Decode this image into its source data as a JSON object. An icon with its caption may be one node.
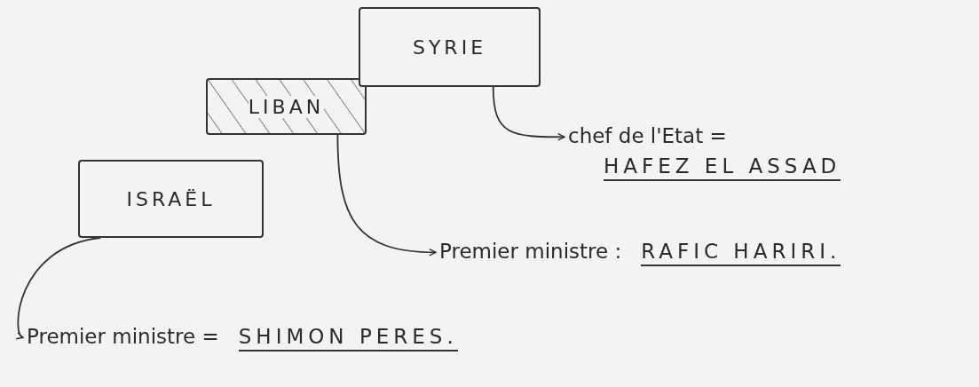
{
  "diagram": {
    "nodes": [
      {
        "text": [
          "SYRIE"
        ]
      },
      {
        "text": [
          "LIBAN"
        ]
      },
      {
        "text": [
          "ISRAËL"
        ]
      },
      {
        "text": [
          "chef de l'Etat =",
          "HAFEZ EL ASSAD"
        ]
      },
      {
        "text": [
          "Premier ministre :",
          "RAFIC HARIRI."
        ]
      },
      {
        "text": [
          "Premier ministre =",
          "SHIMON PERES."
        ]
      }
    ],
    "edges": [
      {
        "from": 0,
        "to": 3,
        "arrow": "to"
      },
      {
        "from": 1,
        "to": 4,
        "arrow": "to"
      },
      {
        "from": 2,
        "to": 5,
        "arrow": "to"
      }
    ]
  }
}
